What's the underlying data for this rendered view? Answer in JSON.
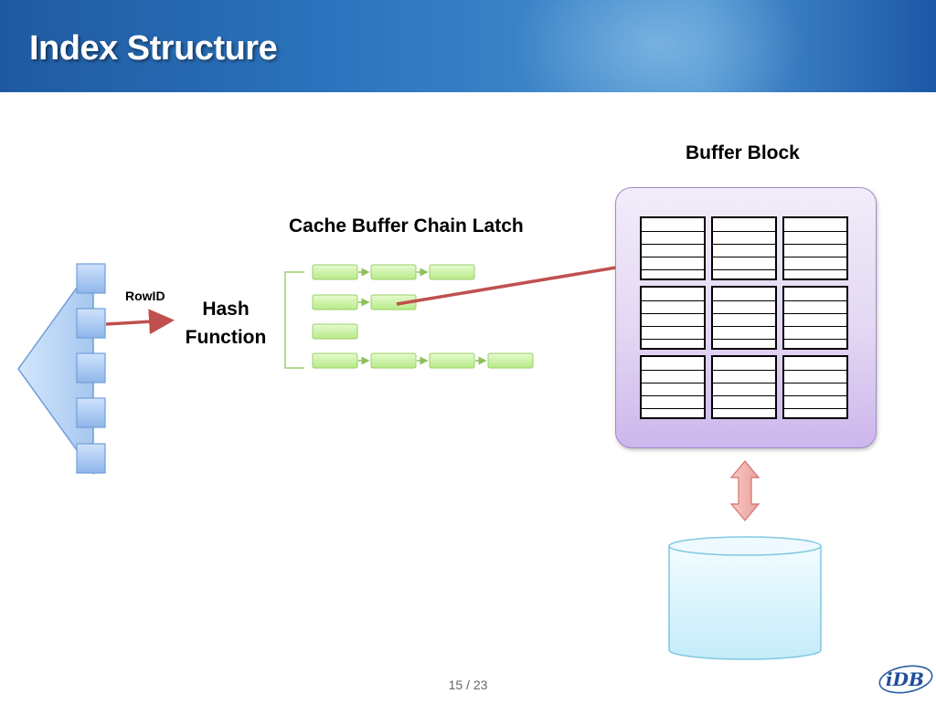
{
  "slide": {
    "title": "Index Structure",
    "page_current": "15",
    "page_separator": "/",
    "page_total": "23"
  },
  "labels": {
    "rowid": "RowID",
    "hash_line1": "Hash",
    "hash_line2": "Function",
    "cache_buffer_chain_latch": "Cache Buffer Chain Latch",
    "buffer_block": "Buffer Block"
  },
  "hash_chains": [
    {
      "nodes": 3,
      "points_to_buffer_node": null
    },
    {
      "nodes": 2,
      "points_to_buffer_node": 2
    },
    {
      "nodes": 1,
      "points_to_buffer_node": null
    },
    {
      "nodes": 4,
      "points_to_buffer_node": null
    }
  ],
  "index_leaves": 5,
  "buffer_grid": {
    "rows": 3,
    "cols": 3,
    "lines_per_block": 4
  },
  "logo": {
    "text": "iDB"
  },
  "colors": {
    "arrow": "#c0504d",
    "chain_node": "#c6f2a0",
    "chain_node_border": "#9bcf6a",
    "index_leaf": "#a8c8f0",
    "buffer_panel": "#e3d7f3",
    "disk": "#d6f2fb"
  }
}
